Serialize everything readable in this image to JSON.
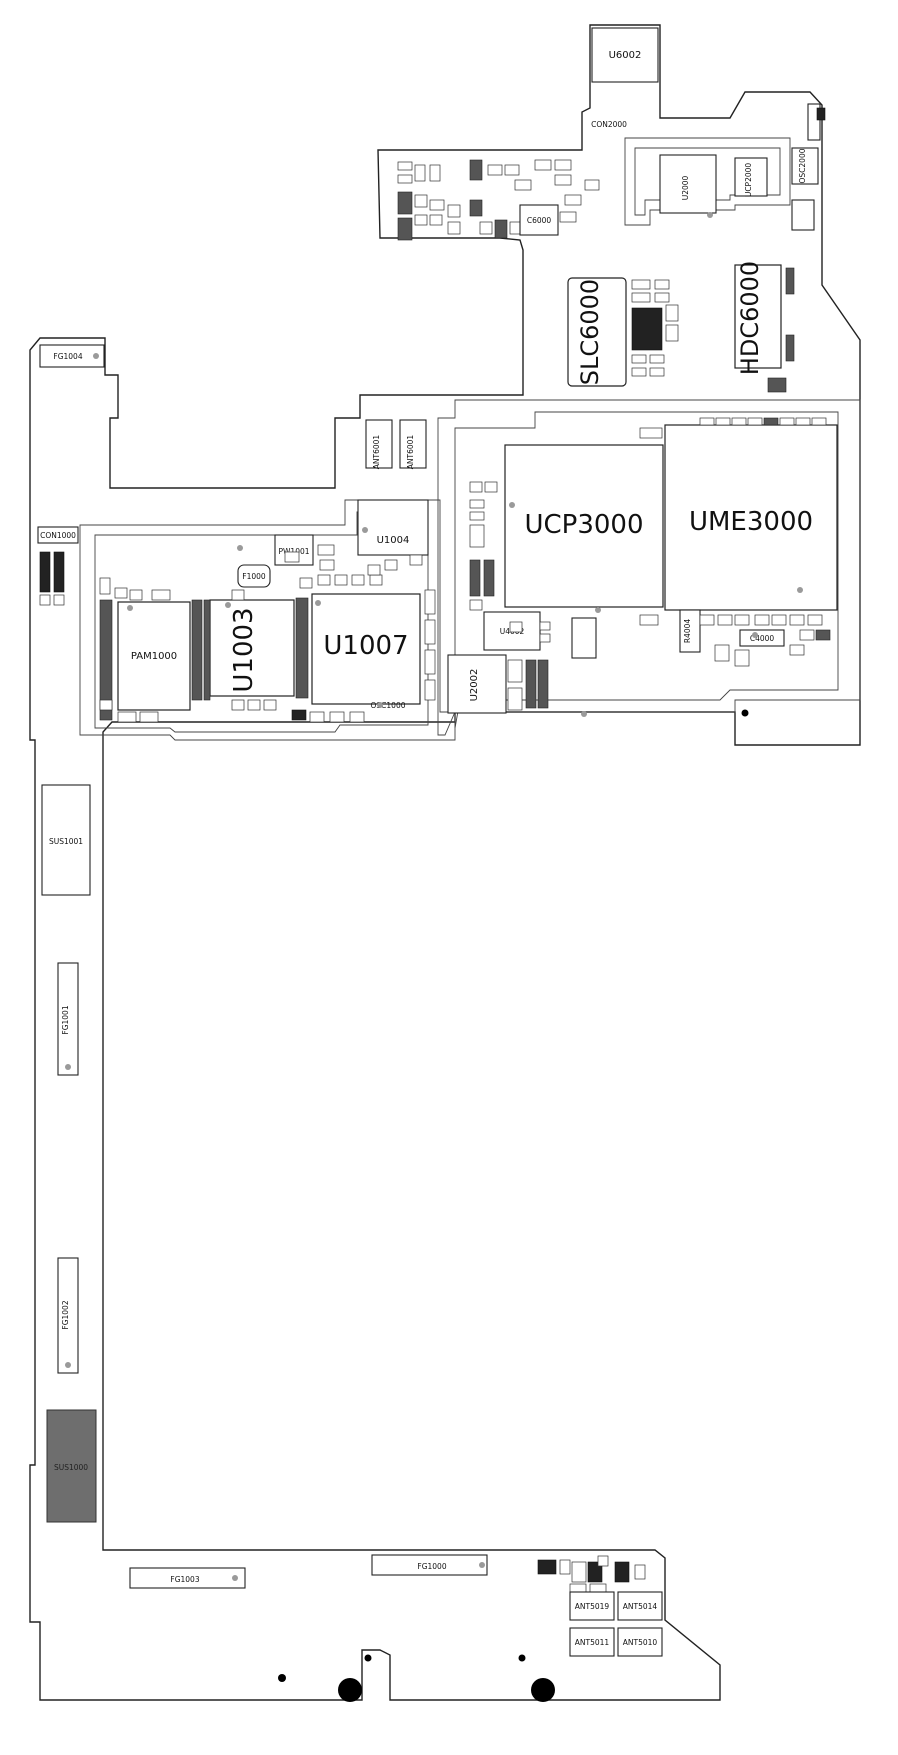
{
  "board": {
    "components": {
      "u6002": "U6002",
      "con2000": "CON2000",
      "u2000": "U2000",
      "ucp_small": "UCP2000",
      "osc2000": "OSC2000",
      "c6000": "C6000",
      "slc6000": "SLC6000",
      "hdc6000": "HDC6000",
      "fg1004": "FG1004",
      "ant6001a": "ANT6001",
      "ant6001b": "ANT6001",
      "con1000": "CON1000",
      "u1004": "U1004",
      "pw1001": "PW1001",
      "f1000": "F1000",
      "pam1000": "PAM1000",
      "u1003": "U1003",
      "u1007": "U1007",
      "osc1000": "OSC1000",
      "ucp3000": "UCP3000",
      "ume3000": "UME3000",
      "u4002": "U4002",
      "u2002": "U2002",
      "r4004": "R4004",
      "c4000": "C4000",
      "sus1001": "SUS1001",
      "fg1001": "FG1001",
      "fg1002": "FG1002",
      "sus1000": "SUS1000",
      "fg1003": "FG1003",
      "fg1000": "FG1000",
      "ant5019": "ANT5019",
      "ant5014": "ANT5014",
      "ant5011": "ANT5011",
      "ant5010": "ANT5010"
    }
  }
}
